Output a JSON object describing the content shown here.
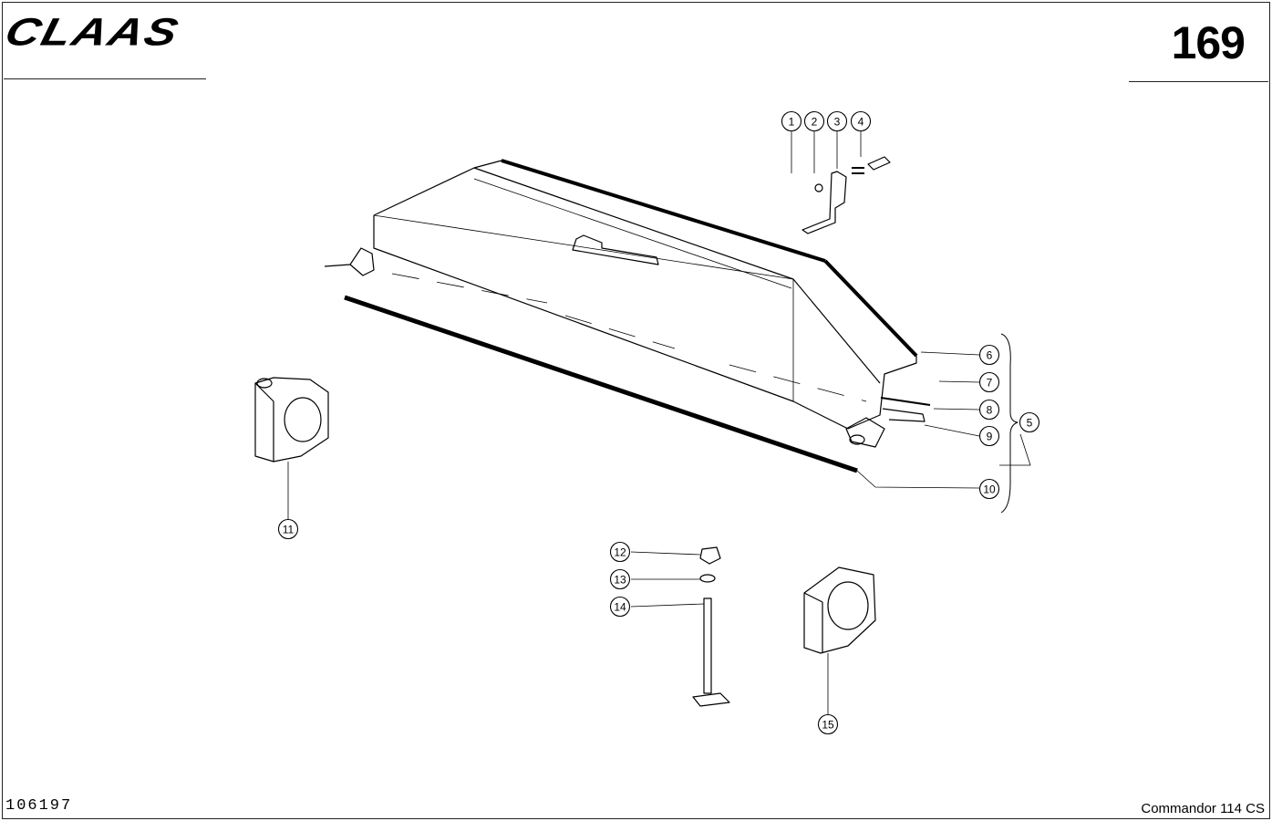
{
  "header": {
    "brand": "CLAAS",
    "page_number": "169"
  },
  "footer": {
    "document_code": "106197",
    "model": "Commandor 114 CS"
  },
  "callouts": [
    "1",
    "2",
    "3",
    "4",
    "6",
    "7",
    "8",
    "9",
    "5",
    "10",
    "11",
    "12",
    "13",
    "14",
    "15"
  ]
}
